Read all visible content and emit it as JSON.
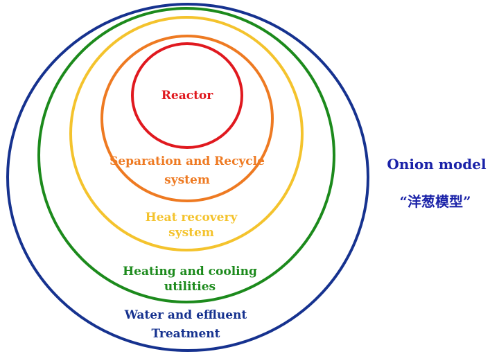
{
  "layers": [
    {
      "key": "reactor",
      "lines": [
        "Reactor"
      ],
      "color": "#e0191f"
    },
    {
      "key": "separation",
      "lines": [
        "Separation and Recycle",
        "system"
      ],
      "color": "#ee7a22"
    },
    {
      "key": "heat_recovery",
      "lines": [
        "Heat recovery",
        "system"
      ],
      "color": "#f4c32d"
    },
    {
      "key": "utilities",
      "lines": [
        "Heating and cooling",
        "utilities"
      ],
      "color": "#1c8a1c"
    },
    {
      "key": "water",
      "lines": [
        "Water and effluent",
        "Treatment"
      ],
      "color": "#16328f"
    }
  ],
  "title": {
    "english": "Onion model",
    "chinese": "“洋葱模型”",
    "color": "#1a22a8"
  }
}
